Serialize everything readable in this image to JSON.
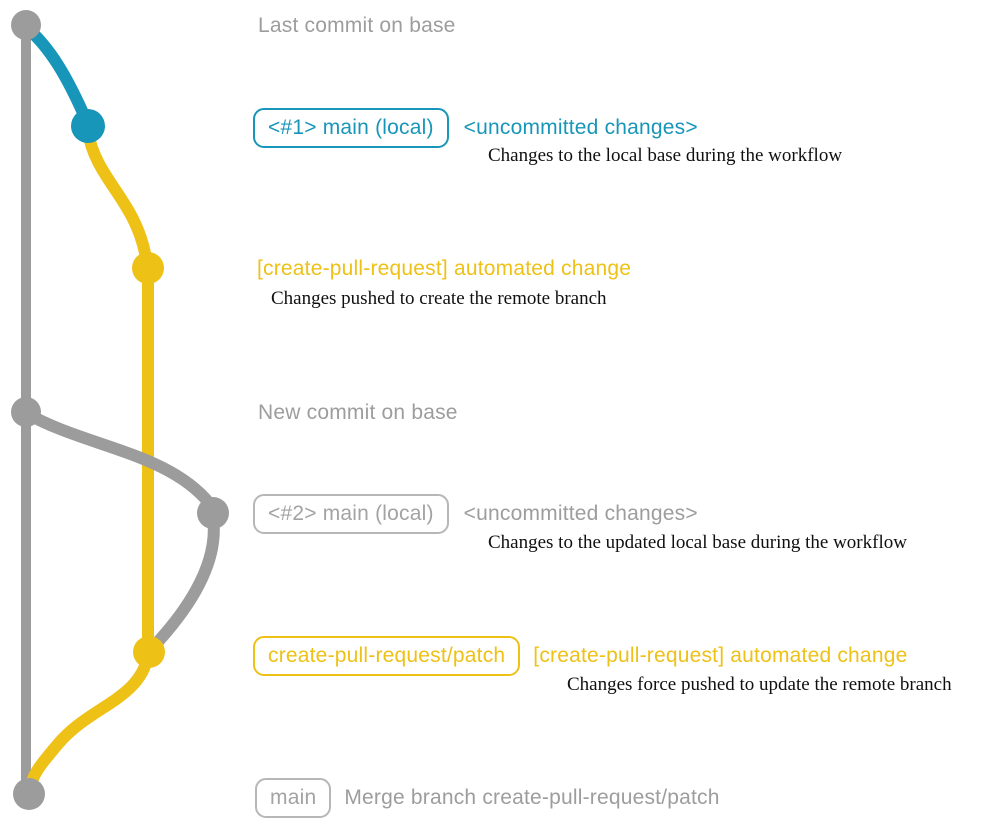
{
  "colors": {
    "gray": "#9c9c9c",
    "gray-text": "#9d9d9d",
    "gray-badge-text": "#a3a3a3",
    "gray-badge-border": "#b7b7b7",
    "blue": "#1896b9",
    "yellow": "#eec117",
    "desc-text": "#101010"
  },
  "graph": {
    "commits": [
      {
        "name": "last-commit-on-base",
        "color": "gray"
      },
      {
        "name": "local-main-1",
        "color": "blue"
      },
      {
        "name": "automated-change-1",
        "color": "yellow"
      },
      {
        "name": "new-commit-on-base",
        "color": "gray"
      },
      {
        "name": "local-main-2",
        "color": "gray"
      },
      {
        "name": "automated-change-2",
        "color": "yellow"
      },
      {
        "name": "merge-commit",
        "color": "gray"
      }
    ]
  },
  "annotations": {
    "row0": {
      "text": "Last commit on base"
    },
    "row1": {
      "badge": "<#1> main (local)",
      "title": "<uncommitted changes>",
      "desc": "Changes to the local base during the workflow"
    },
    "row2": {
      "title": "[create-pull-request] automated change",
      "desc": "Changes pushed to create the remote branch"
    },
    "row3": {
      "text": "New commit on base"
    },
    "row4": {
      "badge": "<#2> main (local)",
      "title": "<uncommitted changes>",
      "desc": "Changes to the updated local base during the workflow"
    },
    "row5": {
      "badge": "create-pull-request/patch",
      "title": "[create-pull-request] automated change",
      "desc": "Changes force pushed to update the remote branch"
    },
    "row6": {
      "badge": "main",
      "text": "Merge branch create-pull-request/patch"
    }
  }
}
